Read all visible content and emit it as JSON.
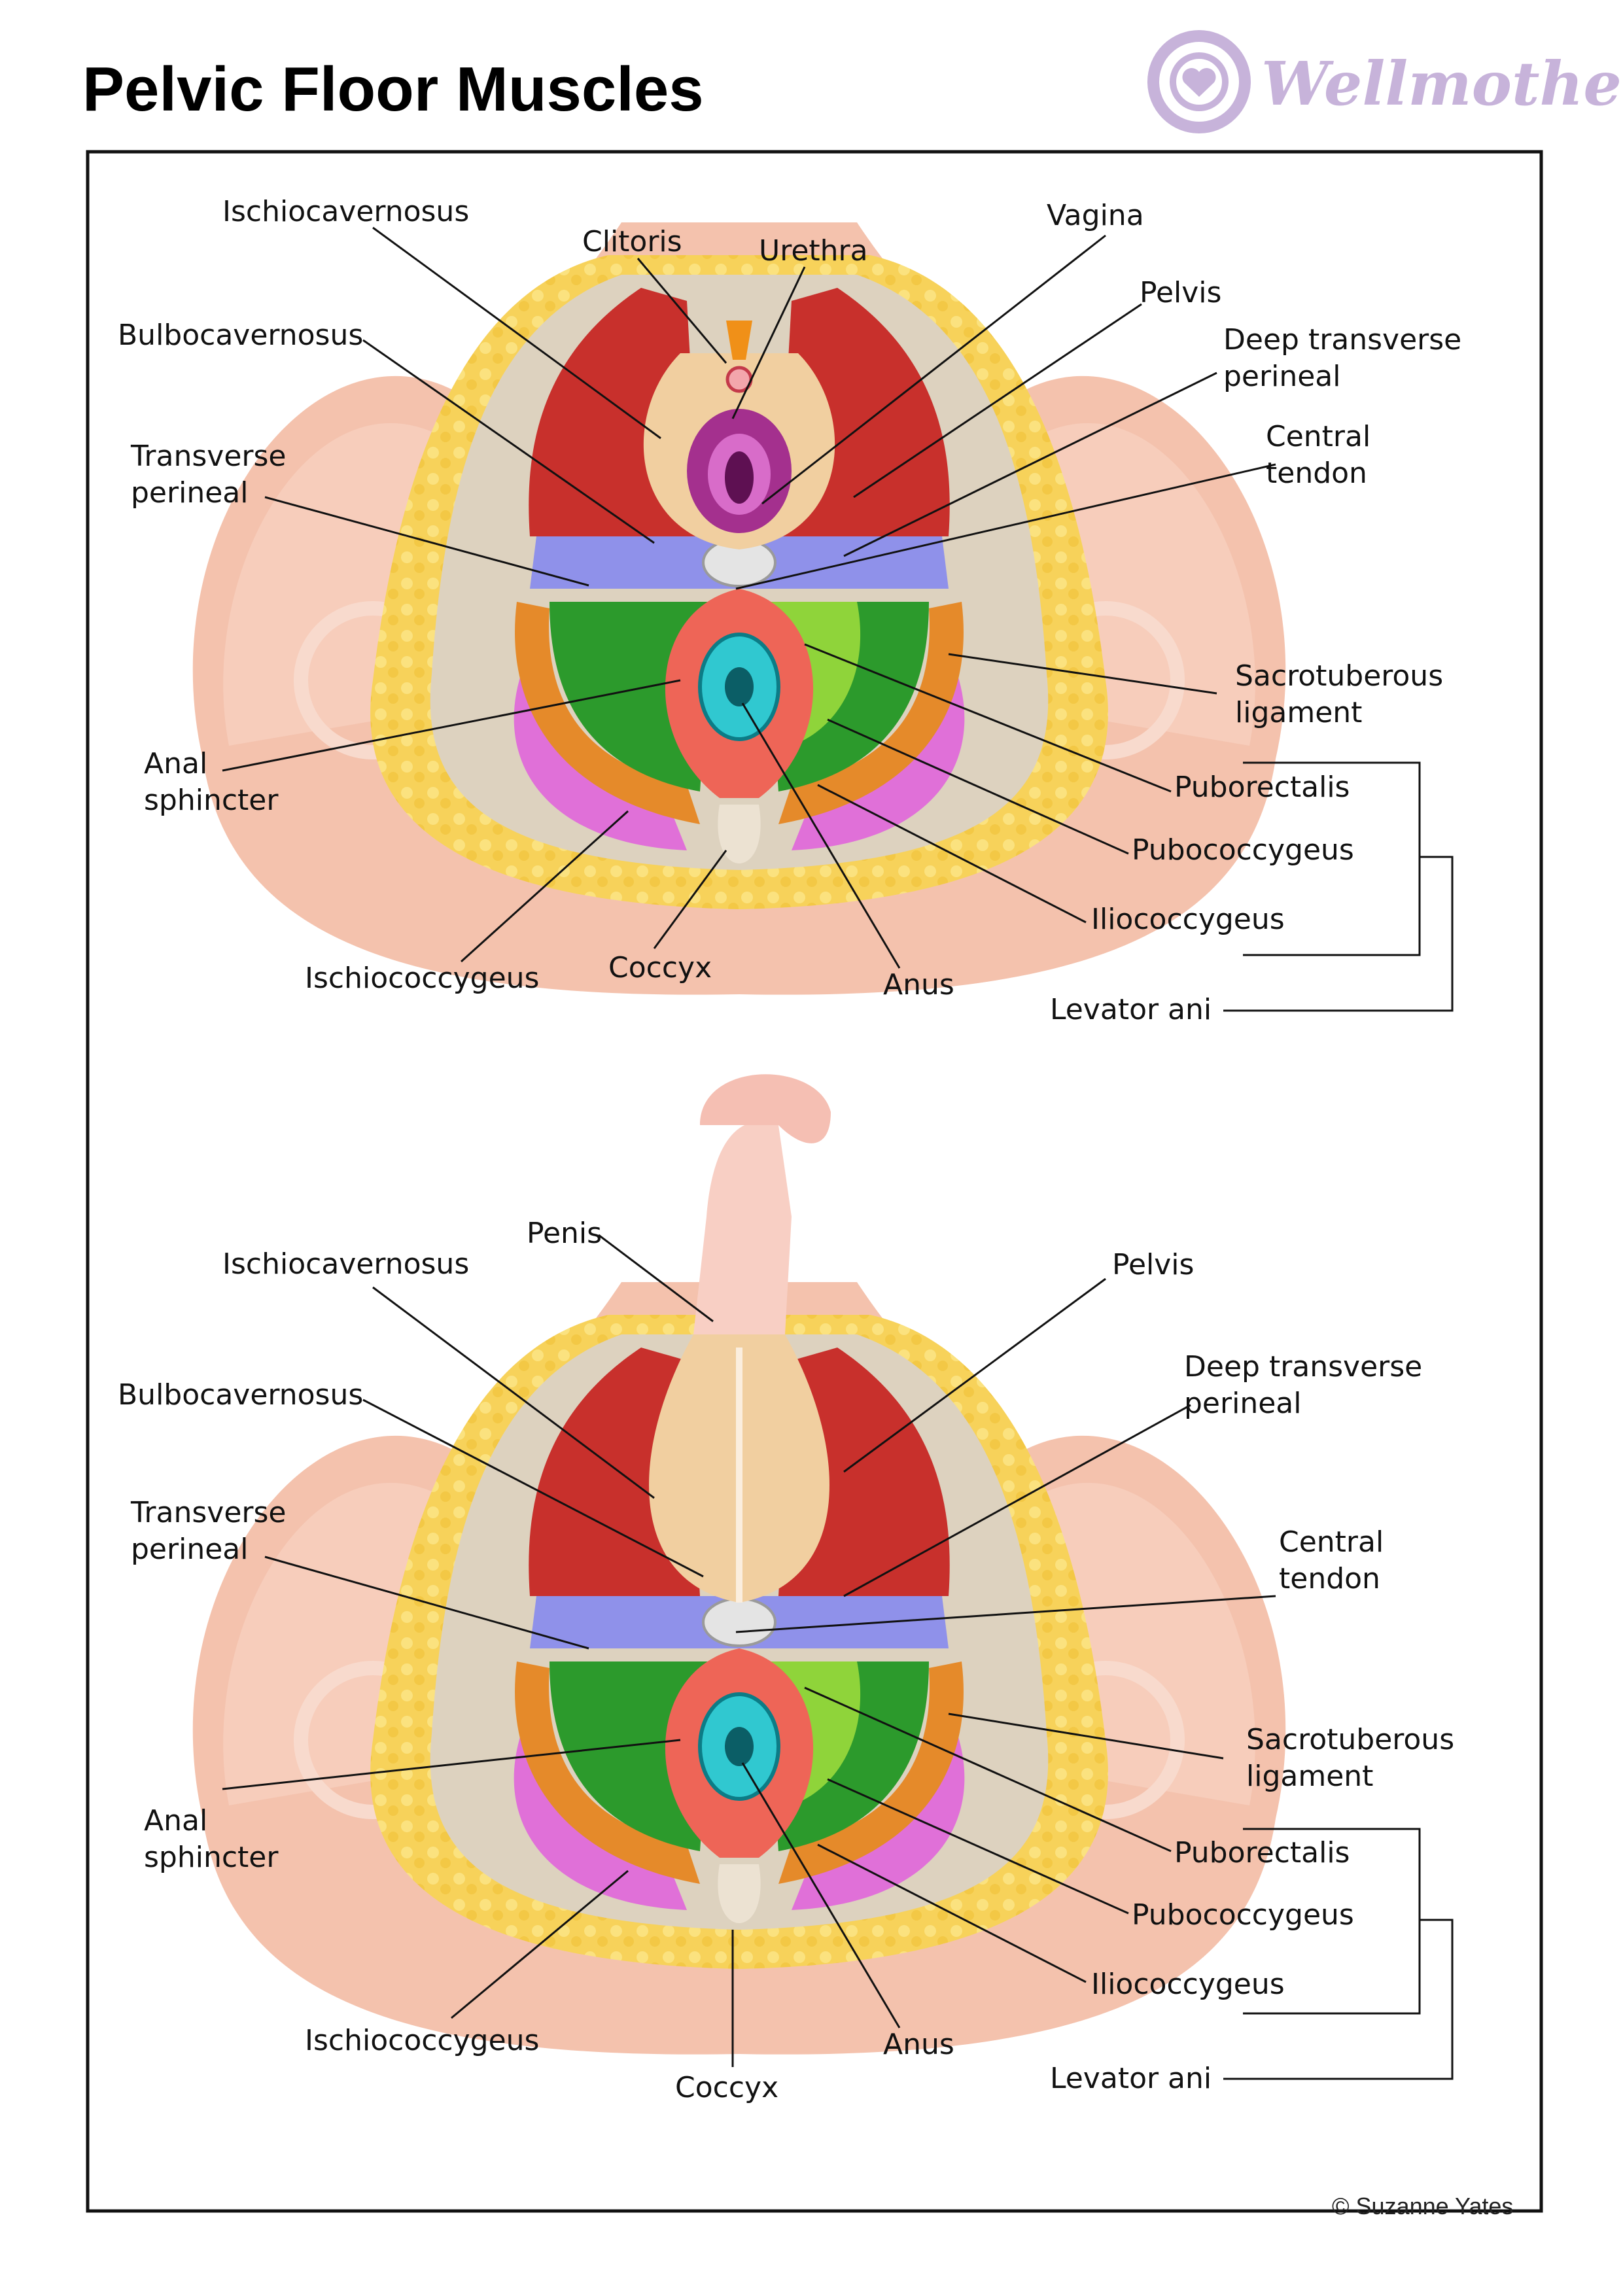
{
  "title": "Pelvic Floor Muscles",
  "brand": "Wellmother",
  "copyright": "© Suzanne Yates",
  "colors": {
    "skin": "#f4c2ad",
    "fat": "#f7d25a",
    "bone": "#ddd2bf",
    "ischiocavernosus": "#c8302c",
    "bulbocavernosus": "#f1cfa0",
    "transverse_perineal": "#8f91ea",
    "anal_sphincter": "#ee6557",
    "pubococcygeus": "#2c9a2c",
    "puborectalis": "#8fd43a",
    "iliococcygeus": "#e58a2a",
    "ischiococcygeus": "#e070d8",
    "anus": "#30c8d0",
    "vagina": "#a4308e",
    "clitoris": "#f09018"
  },
  "female": {
    "labels": {
      "ischiocavernosus": "Ischiocavernosus",
      "clitoris": "Clitoris",
      "urethra": "Urethra",
      "vagina": "Vagina",
      "pelvis": "Pelvis",
      "deep_transverse": [
        "Deep transverse",
        "perineal"
      ],
      "bulbocavernosus": "Bulbocavernosus",
      "central_tendon": [
        "Central",
        "tendon"
      ],
      "transverse_perineal": [
        "Transverse",
        "perineal"
      ],
      "sacrotuberous": [
        "Sacrotuberous",
        "ligament"
      ],
      "anal_sphincter": [
        "Anal",
        "sphincter"
      ],
      "puborectalis": "Puborectalis",
      "pubococcygeus": "Pubococcygeus",
      "iliococcygeus": "Iliococcygeus",
      "ischiococcygeus": "Ischiococcygeus",
      "coccyx": "Coccyx",
      "anus": "Anus",
      "levator_ani": "Levator ani"
    }
  },
  "male": {
    "labels": {
      "penis": "Penis",
      "ischiocavernosus": "Ischiocavernosus",
      "pelvis": "Pelvis",
      "deep_transverse": [
        "Deep transverse",
        "perineal"
      ],
      "bulbocavernosus": "Bulbocavernosus",
      "central_tendon": [
        "Central",
        "tendon"
      ],
      "transverse_perineal": [
        "Transverse",
        "perineal"
      ],
      "sacrotuberous": [
        "Sacrotuberous",
        "ligament"
      ],
      "anal_sphincter": [
        "Anal",
        "sphincter"
      ],
      "puborectalis": "Puborectalis",
      "pubococcygeus": "Pubococcygeus",
      "iliococcygeus": "Iliococcygeus",
      "ischiococcygeus": "Ischiococcygeus",
      "coccyx": "Coccyx",
      "anus": "Anus",
      "levator_ani": "Levator ani"
    }
  }
}
